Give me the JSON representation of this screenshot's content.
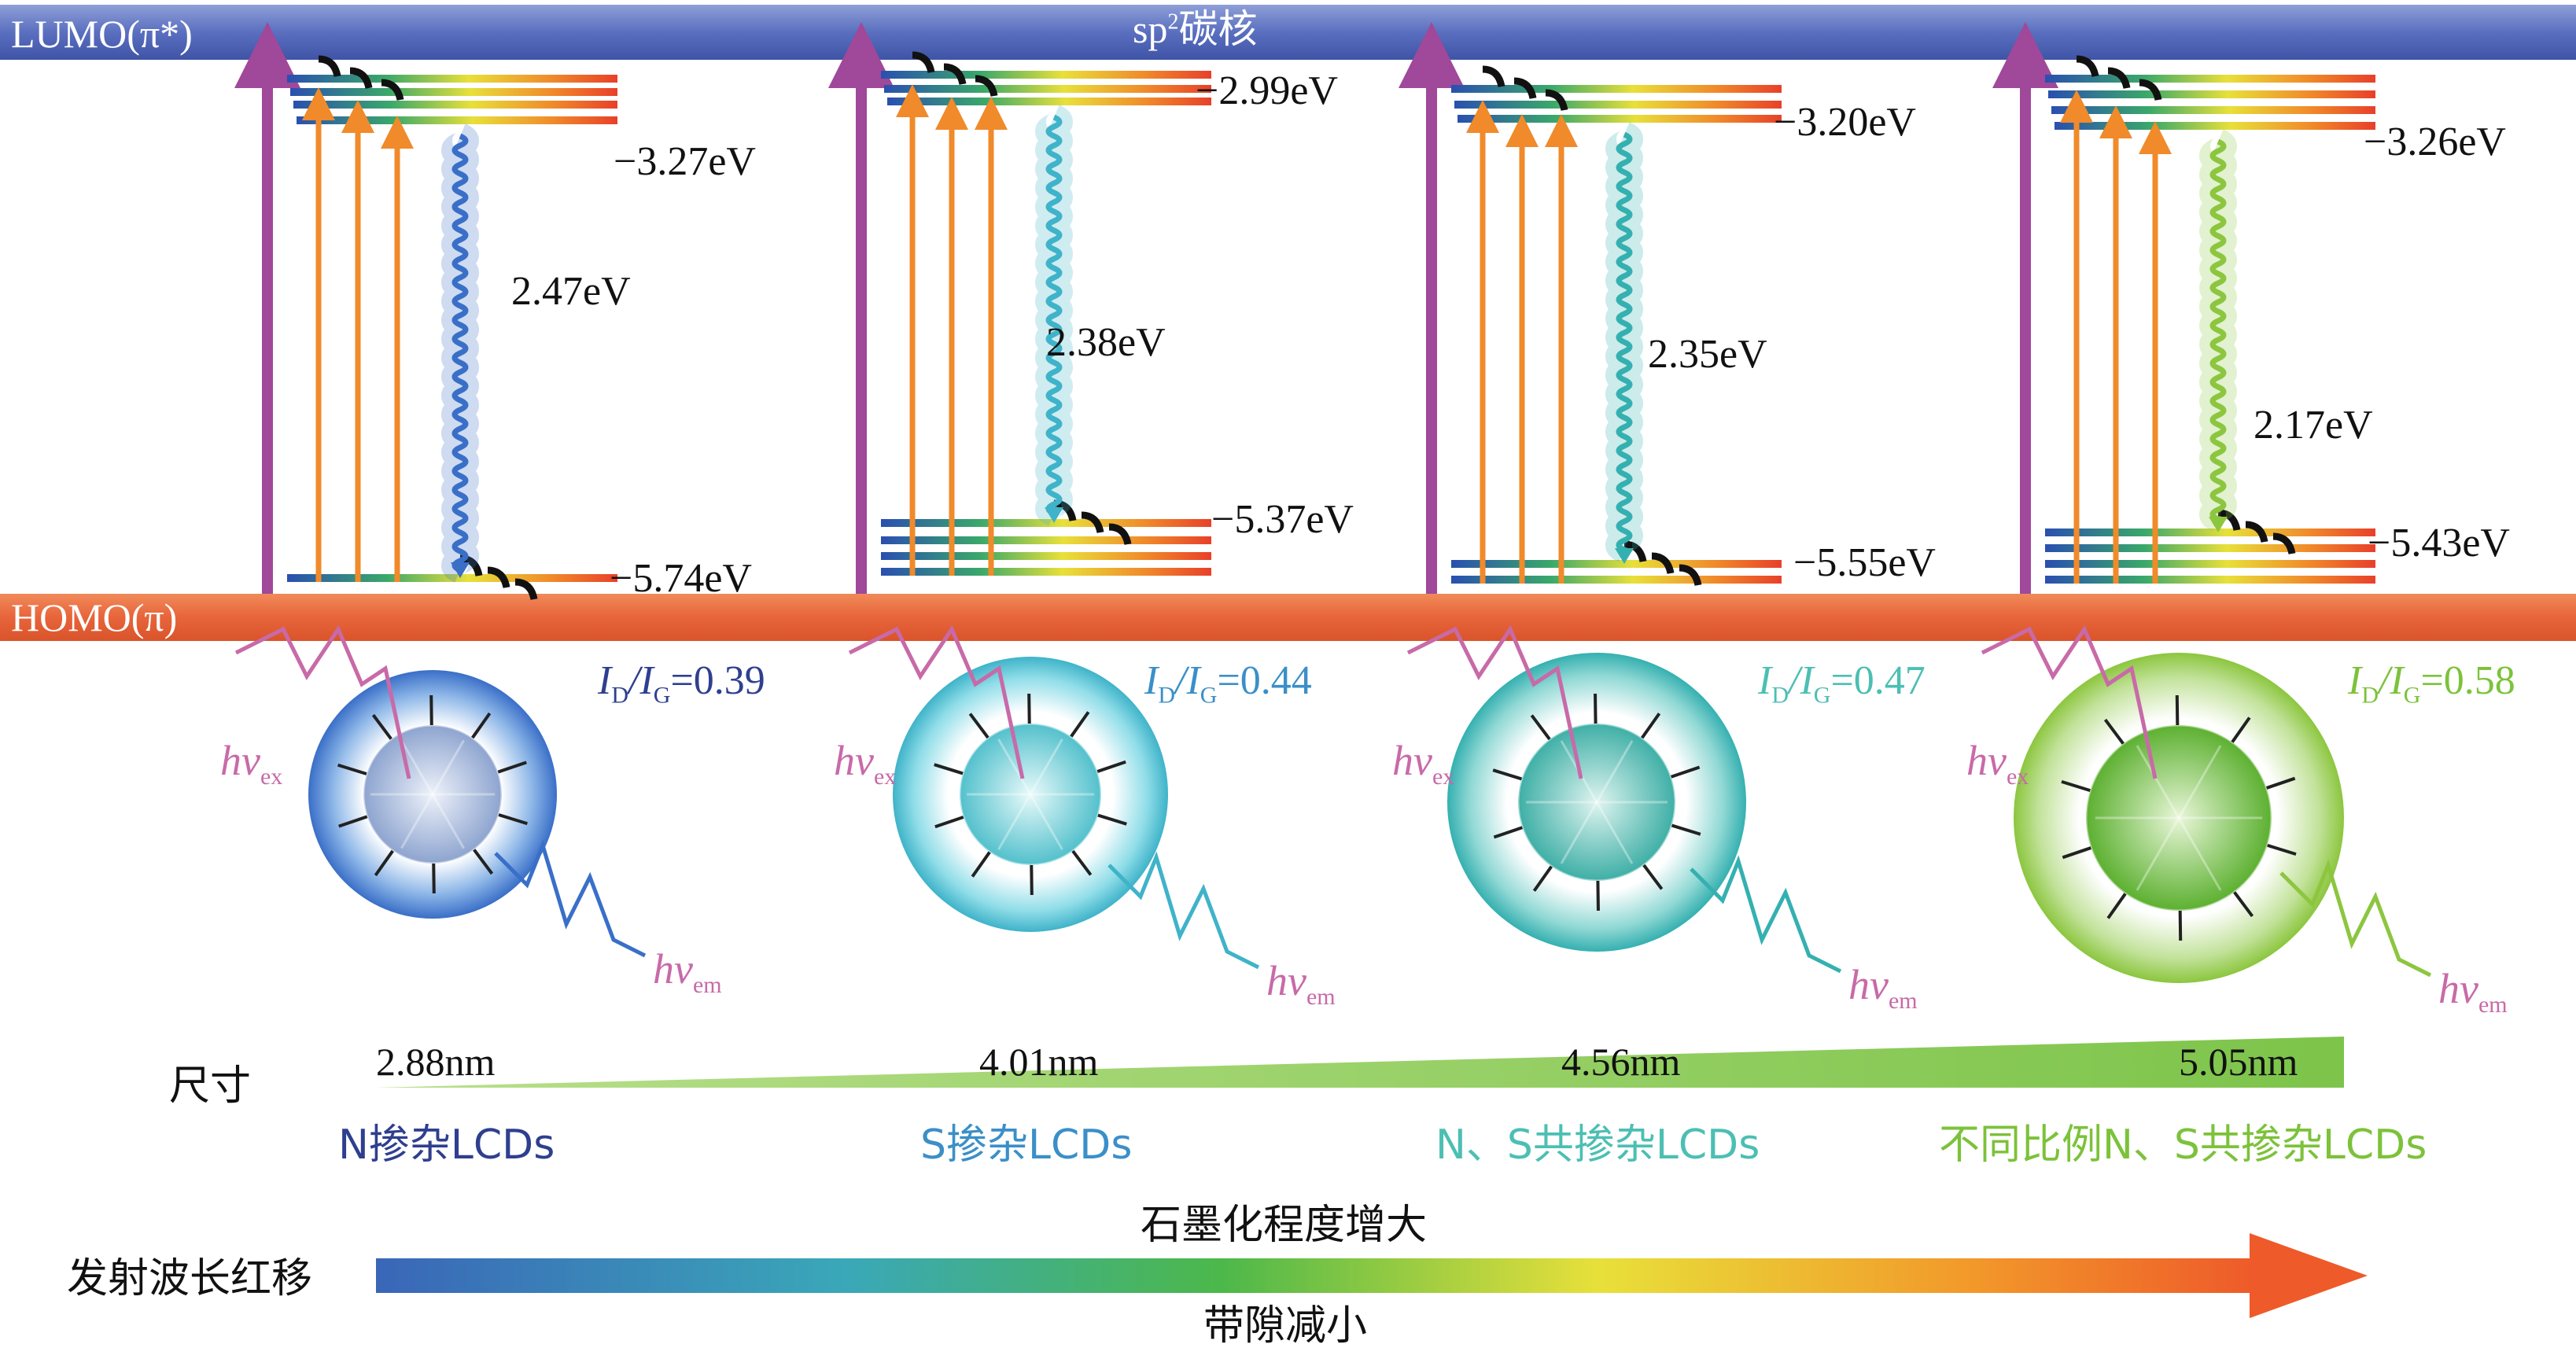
{
  "bands": {
    "lumo_label": "LUMO(π*)",
    "homo_label": "HOMO(π)",
    "core_label_prefix": "sp",
    "core_label_sup": "2",
    "core_label_suffix": "碳核"
  },
  "panels": [
    {
      "lumo_energy": "−3.27eV",
      "homo_energy": "−5.74eV",
      "gap": "2.47eV",
      "ratio_value": "=0.39",
      "ratio_color": "#2f3f8f",
      "glow_color": "#3a6fc8",
      "core_color": "#9fb3d8",
      "size": "2.88nm",
      "name": "N掺杂LCDs",
      "name_color": "#2f3f8f"
    },
    {
      "lumo_energy": "−2.99eV",
      "homo_energy": "−5.37eV",
      "gap": "2.38eV",
      "ratio_value": "=0.44",
      "ratio_color": "#3b8fc8",
      "glow_color": "#3fb3c9",
      "core_color": "#5cc7d0",
      "size": "4.01nm",
      "name": "S掺杂LCDs",
      "name_color": "#3b8fc8"
    },
    {
      "lumo_energy": "−3.20eV",
      "homo_energy": "−5.55eV",
      "gap": "2.35eV",
      "ratio_value": "=0.47",
      "ratio_color": "#4cbfb3",
      "glow_color": "#35b0b0",
      "core_color": "#49b8b0",
      "size": "4.56nm",
      "name": "N、S共掺杂LCDs",
      "name_color": "#4cbfb3"
    },
    {
      "lumo_energy": "−3.26eV",
      "homo_energy": "−5.43eV",
      "gap": "2.17eV",
      "ratio_value": "=0.58",
      "ratio_color": "#7cc23a",
      "glow_color": "#8cc63f",
      "core_color": "#6dba3c",
      "size": "5.05nm",
      "name": "不同比例N、S共掺杂LCDs",
      "name_color": "#7cc23a"
    }
  ],
  "ratio": {
    "i": "I",
    "d": "D",
    "slash": "/",
    "g": "G"
  },
  "hv": {
    "h": "hv",
    "ex": "ex",
    "em": "em"
  },
  "labels": {
    "size_label": "尺寸",
    "graphitization": "石墨化程度增大",
    "redshift": "发射波长红移",
    "bandgap": "带隙减小"
  }
}
